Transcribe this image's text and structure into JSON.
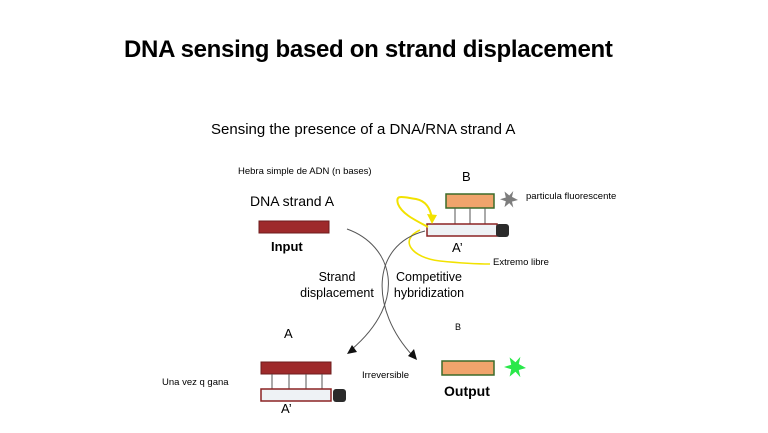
{
  "slide": {
    "title": "DNA sensing based on strand displacement"
  },
  "diagram": {
    "subtitle": "Sensing the presence of a DNA/RNA strand A",
    "annotations": {
      "hebra": "Hebra simple de ADN (n bases)",
      "particula": "particula fluorescente",
      "extremo": "Extremo libre",
      "una_vez": "Una vez q gana",
      "irreversible": "Irreversible"
    },
    "labels": {
      "dna_strand_a": "DNA strand A",
      "input": "Input",
      "b_top": "B",
      "a_prime_top": "A’",
      "strand_displacement": "Strand\ndisplacement",
      "competitive_hybridization": "Competitive\nhybridization",
      "a_bottom": "A",
      "a_prime_bottom": "A’",
      "b_bottom": "B",
      "output": "Output"
    },
    "colors": {
      "strand_a": "#9e2a2b",
      "strand_b": "#f0a46c",
      "strand_b_border": "#3c6b2a",
      "complement_fill": "#eef2f5",
      "complement_border": "#8b2323",
      "quencher": "#2b2b2b",
      "dark_particle": "#7d7d7d",
      "fluorescent_particle": "#29e84a",
      "free_end_annotation": "#f2e200"
    }
  }
}
